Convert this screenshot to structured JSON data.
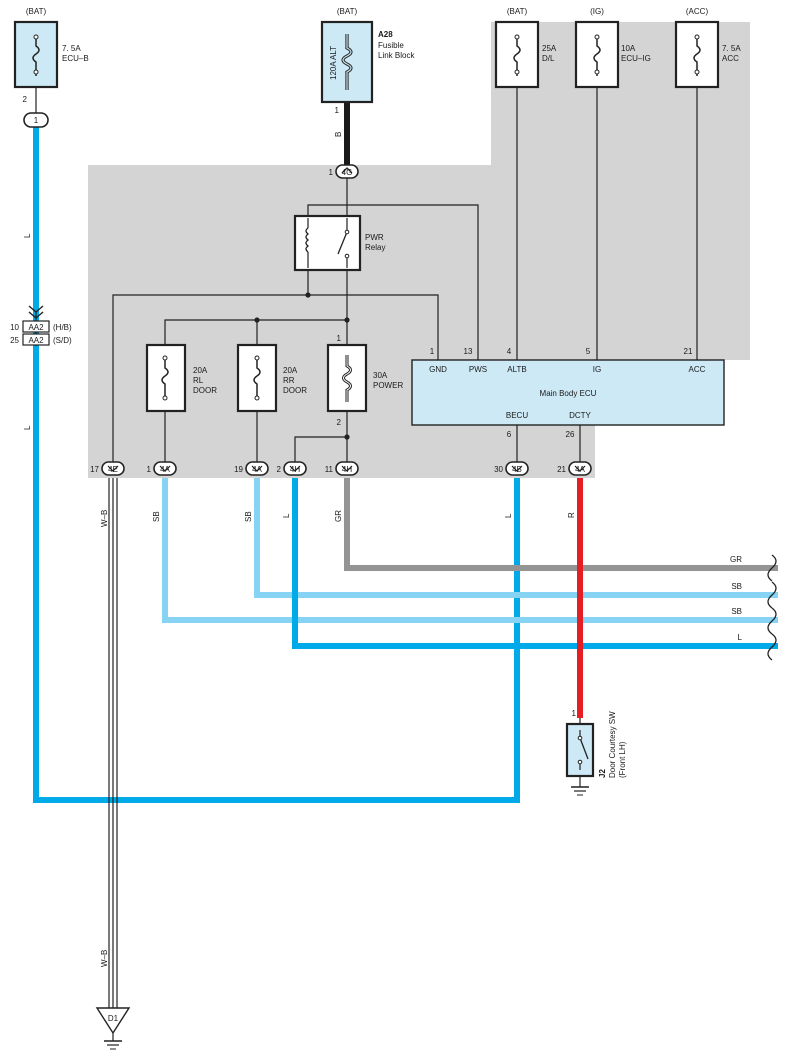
{
  "supplies": {
    "ecub": {
      "src": "(BAT)",
      "rating": "7. 5A",
      "name": "ECU–B",
      "pin": "2"
    },
    "alt": {
      "src": "(BAT)",
      "rating": "120A ALT",
      "id": "A28",
      "name1": "Fusible",
      "name2": "Link Block",
      "pin": "1"
    },
    "dl": {
      "src": "(BAT)",
      "rating": "25A",
      "name": "D/L"
    },
    "ecuig": {
      "src": "(IG)",
      "rating": "10A",
      "name": "ECU–IG"
    },
    "acc": {
      "src": "(ACC)",
      "rating": "7. 5A",
      "name": "ACC"
    }
  },
  "fuses": {
    "rl": {
      "rating": "20A",
      "name1": "RL",
      "name2": "DOOR"
    },
    "rr": {
      "rating": "20A",
      "name1": "RR",
      "name2": "DOOR"
    },
    "power": {
      "rating": "30A",
      "name1": "POWER",
      "pin_top": "1",
      "pin_bottom": "2"
    }
  },
  "relay": {
    "name1": "PWR",
    "name2": "Relay"
  },
  "ecu": {
    "name": "Main Body ECU",
    "pins_top": [
      {
        "pin": "1",
        "label": "GND"
      },
      {
        "pin": "13",
        "label": "PWS"
      },
      {
        "pin": "4",
        "label": "ALTB"
      },
      {
        "pin": "5",
        "label": "IG"
      },
      {
        "pin": "21",
        "label": "ACC"
      }
    ],
    "pins_bottom": [
      {
        "pin": "6",
        "label": "BECU"
      },
      {
        "pin": "26",
        "label": "DCTY"
      }
    ]
  },
  "connectors": {
    "c1": "1",
    "c4g": {
      "num": "1",
      "code": "4G"
    },
    "aa2_hb": {
      "num": "10",
      "code": "AA2",
      "tag": "(H/B)"
    },
    "aa2_sd": {
      "num": "25",
      "code": "AA2",
      "tag": "(S/D)"
    },
    "row": [
      {
        "num": "17",
        "code": "4E"
      },
      {
        "num": "1",
        "code": "4A"
      },
      {
        "num": "19",
        "code": "4A"
      },
      {
        "num": "2",
        "code": "4H"
      },
      {
        "num": "11",
        "code": "4H"
      },
      {
        "num": "30",
        "code": "4B"
      },
      {
        "num": "21",
        "code": "4A"
      }
    ]
  },
  "wires": {
    "alt_b": "B",
    "l_upper": "L",
    "l_lower": "L",
    "wb_upper": "W–B",
    "wb_lower": "W–B",
    "sb1": "SB",
    "sb2": "SB",
    "l_4h": "L",
    "gr_4h": "GR",
    "l_4b": "L",
    "r_4a": "R",
    "harness": [
      "GR",
      "SB",
      "SB",
      "L"
    ]
  },
  "courtesy": {
    "pin": "1",
    "id": "J2",
    "name1": "Door Courtesy SW",
    "name2": "(Front LH)"
  },
  "ground": {
    "id": "D1"
  },
  "colors": {
    "L": "#00a9e8",
    "SB": "#86d3f4",
    "GR": "#949494",
    "R": "#e51e25",
    "B": "#1a1a1a",
    "region": "#d4d4d5"
  }
}
